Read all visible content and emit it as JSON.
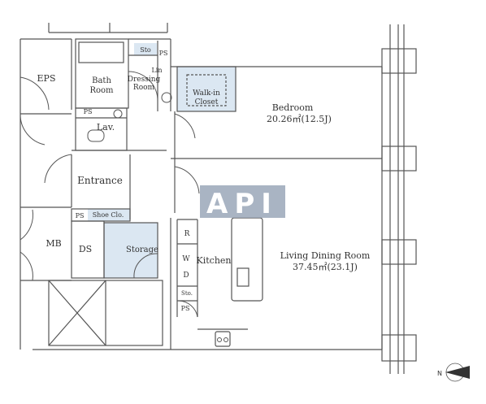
{
  "rooms": {
    "eps": "EPS",
    "bath_line1": "Bath",
    "bath_line2": "Room",
    "dressing_line1": "Dressing",
    "dressing_line2": "Room",
    "sto_top": "Sto",
    "ps_top": "PS",
    "lin": "Lin",
    "walkin_line1": "Walk-in",
    "walkin_line2": "Closet",
    "bedroom_name": "Bedroom",
    "bedroom_size": "20.26㎡(12.5J)",
    "ps_lav": "PS",
    "lav": "Lav.",
    "entrance": "Entrance",
    "ps_shoe": "PS",
    "shoe_closet": "Shoe Clo.",
    "mb": "MB",
    "ds": "DS",
    "storage": "Storage",
    "r": "R",
    "w": "W",
    "d": "D",
    "kitchen": "Kitchen",
    "sto_kitchen": "Sto.",
    "ps_kitchen": "PS",
    "living_name": "Living Dining Room",
    "living_size": "37.45㎡(23.1J)"
  },
  "watermark": "API",
  "compass": {
    "label": "N"
  },
  "colors": {
    "wall": "#555555",
    "closet_fill": "#dbe7f2",
    "watermark_bg": "#9aa7b8",
    "watermark_text": "#ffffff"
  }
}
